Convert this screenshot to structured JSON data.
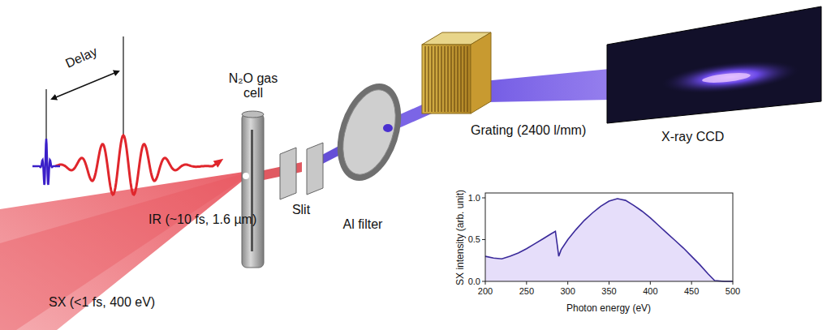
{
  "diagram": {
    "labels": [
      "Delay",
      "N₂O gas cell",
      "Slit",
      "Al filter",
      "Grating (2400 l/mm)",
      "X-ray CCD",
      "IR (~10 fs, 1.6 µm)",
      "SX (<1 fs, 400 eV)",
      "SX intensity (arb. unit)",
      "Photon energy (eV)",
      "200",
      "250",
      "300",
      "350",
      "400",
      "450",
      "500",
      "0.0",
      "0.5",
      "1.0"
    ]
  }
}
